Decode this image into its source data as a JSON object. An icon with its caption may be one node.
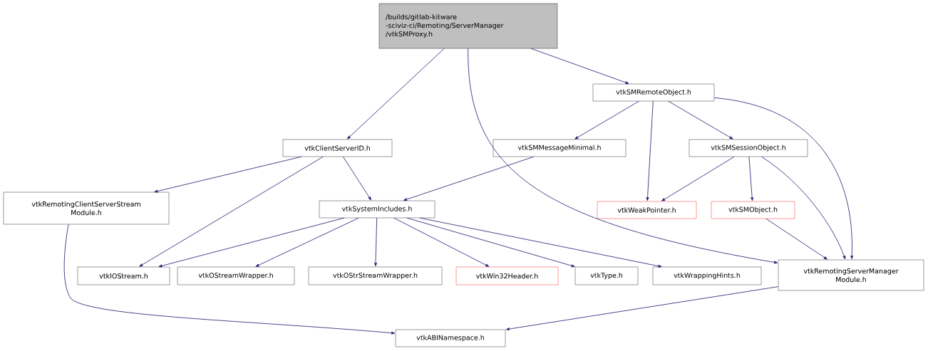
{
  "diagram": {
    "nodes": [
      {
        "text": [
          "/builds/gitlab-kitware -sciviz-ci/Remoting/ServerManager /vtkSMProxy.h"
        ]
      },
      {
        "text": [
          "vtkSMRemoteObject.h"
        ]
      },
      {
        "text": [
          "vtkClientServerID.h"
        ]
      },
      {
        "text": [
          "vtkSMMessageMinimal.h"
        ]
      },
      {
        "text": [
          "vtkSMSessionObject.h"
        ]
      },
      {
        "text": [
          "vtkRemotingClientServerStream Module.h"
        ]
      },
      {
        "text": [
          "vtkSystemIncludes.h"
        ]
      },
      {
        "text": [
          "vtkWeakPointer.h"
        ]
      },
      {
        "text": [
          "vtkSMObject.h"
        ]
      },
      {
        "text": [
          "vtkIOStream.h"
        ]
      },
      {
        "text": [
          "vtkOStreamWrapper.h"
        ]
      },
      {
        "text": [
          "vtkOStrStreamWrapper.h"
        ]
      },
      {
        "text": [
          "vtkWin32Header.h"
        ]
      },
      {
        "text": [
          "vtkType.h"
        ]
      },
      {
        "text": [
          "vtkWrappingHints.h"
        ]
      },
      {
        "text": [
          "vtkRemotingServerManager Module.h"
        ]
      },
      {
        "text": [
          "vtkABINamespace.h"
        ]
      }
    ],
    "edges": [
      {
        "from": 0,
        "to": 2,
        "arrow": "to"
      },
      {
        "from": 0,
        "to": 15,
        "arrow": "to"
      },
      {
        "from": 0,
        "to": 1,
        "arrow": "to"
      },
      {
        "from": 1,
        "to": 3,
        "arrow": "to"
      },
      {
        "from": 1,
        "to": 7,
        "arrow": "to"
      },
      {
        "from": 1,
        "to": 4,
        "arrow": "to"
      },
      {
        "from": 1,
        "to": 15,
        "arrow": "to"
      },
      {
        "from": 2,
        "to": 5,
        "arrow": "to"
      },
      {
        "from": 2,
        "to": 9,
        "arrow": "to"
      },
      {
        "from": 2,
        "to": 6,
        "arrow": "to"
      },
      {
        "from": 3,
        "to": 6,
        "arrow": "to"
      },
      {
        "from": 4,
        "to": 7,
        "arrow": "to"
      },
      {
        "from": 4,
        "to": 8,
        "arrow": "to"
      },
      {
        "from": 4,
        "to": 15,
        "arrow": "to"
      },
      {
        "from": 5,
        "to": 16,
        "arrow": "to"
      },
      {
        "from": 6,
        "to": 9,
        "arrow": "to"
      },
      {
        "from": 6,
        "to": 10,
        "arrow": "to"
      },
      {
        "from": 6,
        "to": 11,
        "arrow": "to"
      },
      {
        "from": 6,
        "to": 12,
        "arrow": "to"
      },
      {
        "from": 6,
        "to": 13,
        "arrow": "to"
      },
      {
        "from": 6,
        "to": 14,
        "arrow": "to"
      },
      {
        "from": 8,
        "to": 15,
        "arrow": "to"
      },
      {
        "from": 15,
        "to": 16,
        "arrow": "to"
      }
    ]
  }
}
